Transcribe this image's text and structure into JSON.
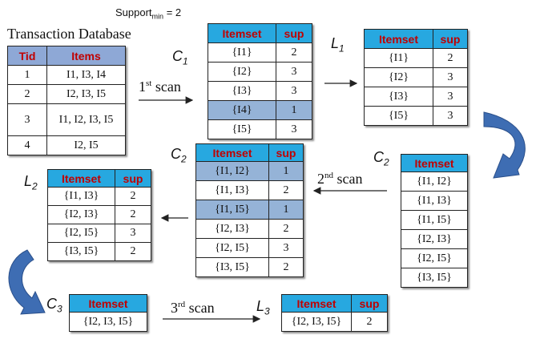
{
  "support_min": {
    "word": "Support",
    "sub": "min",
    "value": "= 2"
  },
  "transaction_db": {
    "title": "Transaction Database",
    "headers": [
      "Tid",
      "Items"
    ],
    "rows": [
      [
        "1",
        "I1, I3, I4"
      ],
      [
        "2",
        "I2, I3, I5"
      ],
      [
        "3",
        "I1, I2, I3, I5"
      ],
      [
        "4",
        "I2, I5"
      ]
    ]
  },
  "labels": {
    "c1": {
      "main": "C",
      "sub": "1"
    },
    "l1": {
      "main": "L",
      "sub": "1"
    },
    "c2a": {
      "main": "C",
      "sub": "2"
    },
    "c2b": {
      "main": "C",
      "sub": "2"
    },
    "l2": {
      "main": "L",
      "sub": "2"
    },
    "c3": {
      "main": "C",
      "sub": "3"
    },
    "l3": {
      "main": "L",
      "sub": "3"
    }
  },
  "scans": {
    "first": {
      "num": "1",
      "sup": "st",
      "word": " scan"
    },
    "second": {
      "num": "2",
      "sup": "nd",
      "word": " scan"
    },
    "third": {
      "num": "3",
      "sup": "rd",
      "word": " scan"
    }
  },
  "headers": {
    "itemset": "Itemset",
    "sup": "sup"
  },
  "c1": [
    [
      "{I1}",
      "2"
    ],
    [
      "{I2}",
      "3"
    ],
    [
      "{I3}",
      "3"
    ],
    [
      "{I4}",
      "1"
    ],
    [
      "{I5}",
      "3"
    ]
  ],
  "l1": [
    [
      "{I1}",
      "2"
    ],
    [
      "{I2}",
      "3"
    ],
    [
      "{I3}",
      "3"
    ],
    [
      "{I5}",
      "3"
    ]
  ],
  "c2_candidates": [
    "{I1, I2}",
    "{I1, I3}",
    "{I1, I5}",
    "{I2, I3}",
    "{I2, I5}",
    "{I3, I5}"
  ],
  "c2_counted": [
    [
      "{I1, I2}",
      "1"
    ],
    [
      "{I1, I3}",
      "2"
    ],
    [
      "{I1, I5}",
      "1"
    ],
    [
      "{I2, I3}",
      "2"
    ],
    [
      "{I2, I5}",
      "3"
    ],
    [
      "{I3, I5}",
      "2"
    ]
  ],
  "l2": [
    [
      "{I1, I3}",
      "2"
    ],
    [
      "{I2, I3}",
      "2"
    ],
    [
      "{I2, I5}",
      "3"
    ],
    [
      "{I3, I5}",
      "2"
    ]
  ],
  "c3": [
    "{I2, I3, I5}"
  ],
  "l3": [
    [
      "{I2, I3, I5}",
      "2"
    ]
  ],
  "colors": {
    "header": "#27a8e0",
    "header_text": "#c00000",
    "tid_header": "#8ea8d6",
    "highlight": "#95b3d7",
    "curved_arrow": "#3e6db3"
  }
}
